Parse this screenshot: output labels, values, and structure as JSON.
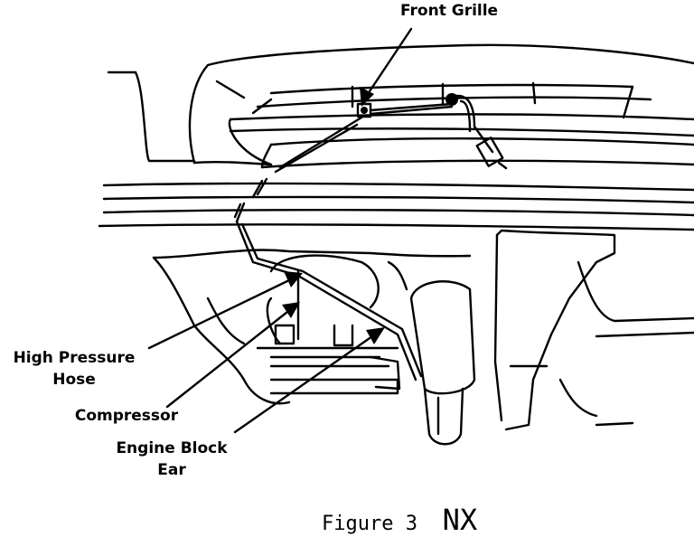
{
  "labels": {
    "front_grille": "Front Grille",
    "high_pressure_hose_line1": "High Pressure",
    "high_pressure_hose_line2": "Hose",
    "compressor": "Compressor",
    "engine_block_ear_line1": "Engine Block",
    "engine_block_ear_line2": "Ear"
  },
  "caption": {
    "figure": "Figure 3",
    "model": "NX"
  }
}
